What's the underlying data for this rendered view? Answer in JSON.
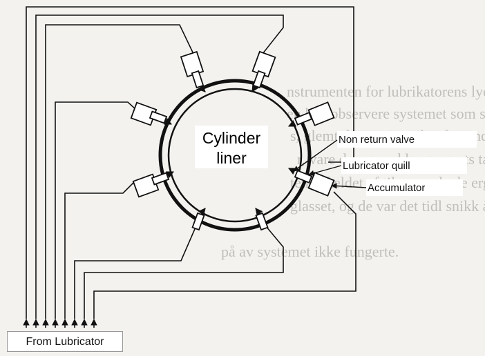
{
  "diagram": {
    "center_label_line1": "Cylinder",
    "center_label_line2": "liner",
    "non_return_valve": "Non return valve",
    "lubricator_quill": "Lubricator quill",
    "accumulator": "Accumulator",
    "source": "From Lubricator"
  },
  "background_text": [
    "nstrumenten for lubrikatorens lydlegeme i scen-",
    "en kan observere systemet som se at trykket tech-",
    "s, glemt der en ring til at forrund, og cylinder",
    "r, vare denne ved lav syrerets tær i function.",
    "ten tilfældet af tilsvarende de ergo ordnings af",
    "glasset, og de var det tidl snikk å se di igenc",
    "på av systemet ikke fungerte."
  ],
  "colors": {
    "line": "#111111",
    "background": "#f3f2ef",
    "ghost_text": "#b9b7b1"
  }
}
